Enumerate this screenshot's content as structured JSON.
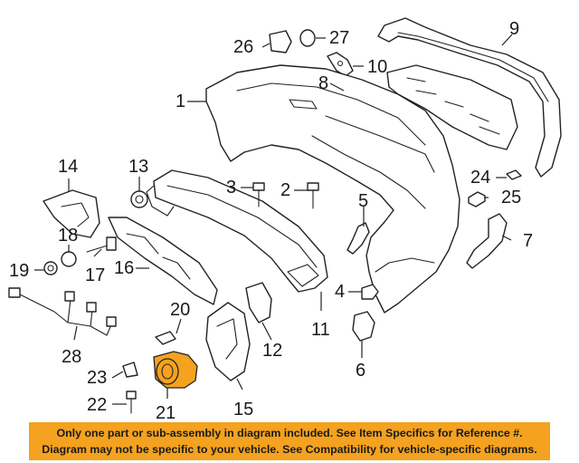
{
  "callouts": {
    "c1": "1",
    "c2": "2",
    "c3": "3",
    "c4": "4",
    "c5": "5",
    "c6": "6",
    "c7": "7",
    "c8": "8",
    "c9": "9",
    "c10": "10",
    "c11": "11",
    "c12": "12",
    "c13": "13",
    "c14": "14",
    "c15": "15",
    "c16": "16",
    "c17": "17",
    "c18": "18",
    "c19": "19",
    "c20": "20",
    "c21": "21",
    "c22": "22",
    "c23": "23",
    "c24": "24",
    "c25": "25",
    "c26": "26",
    "c27": "27",
    "c28": "28"
  },
  "highlighted_part": "21",
  "colors": {
    "highlight": "#f4a21f",
    "line": "#222222",
    "banner": "#f4a21f"
  },
  "notice": {
    "line1": "Only one part or sub-assembly in diagram included. See Item Specifics for Reference #.",
    "line2": "Diagram may not be specific to your vehicle. See Compatibility for vehicle-specific diagrams."
  }
}
